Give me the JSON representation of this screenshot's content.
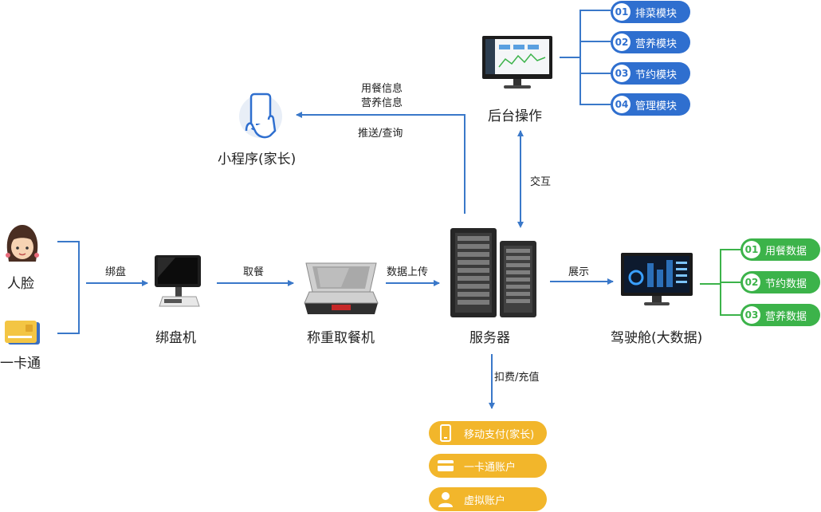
{
  "inputs": {
    "face": "人脸",
    "card": "一卡通"
  },
  "nodes": {
    "bind_machine": "绑盘机",
    "scale_machine": "称重取餐机",
    "server": "服务器",
    "backend": "后台操作",
    "miniapp": "小程序(家长)",
    "cockpit": "驾驶舱(大数据)"
  },
  "edges": {
    "bind": "绑盘",
    "take_meal": "取餐",
    "upload": "数据上传",
    "display": "展示",
    "interact": "交互",
    "charge": "扣费/充值",
    "push_query": "推送/查询",
    "info_line1": "用餐信息",
    "info_line2": "营养信息"
  },
  "backend_modules": [
    {
      "num": "01",
      "label": "排菜模块"
    },
    {
      "num": "02",
      "label": "营养模块"
    },
    {
      "num": "03",
      "label": "节约模块"
    },
    {
      "num": "04",
      "label": "管理模块"
    }
  ],
  "cockpit_data": [
    {
      "num": "01",
      "label": "用餐数据"
    },
    {
      "num": "02",
      "label": "节约数据"
    },
    {
      "num": "03",
      "label": "营养数据"
    }
  ],
  "payment": [
    {
      "icon": "mobile-phone-icon",
      "label": "移动支付(家长)"
    },
    {
      "icon": "card-icon",
      "label": "一卡通账户"
    },
    {
      "icon": "person-icon",
      "label": "虚拟账户"
    }
  ],
  "colors": {
    "line_blue": "#3a78c9",
    "module_blue": "#2f6fcf",
    "data_green": "#3cb34a",
    "pay_yellow": "#f2b62b"
  }
}
